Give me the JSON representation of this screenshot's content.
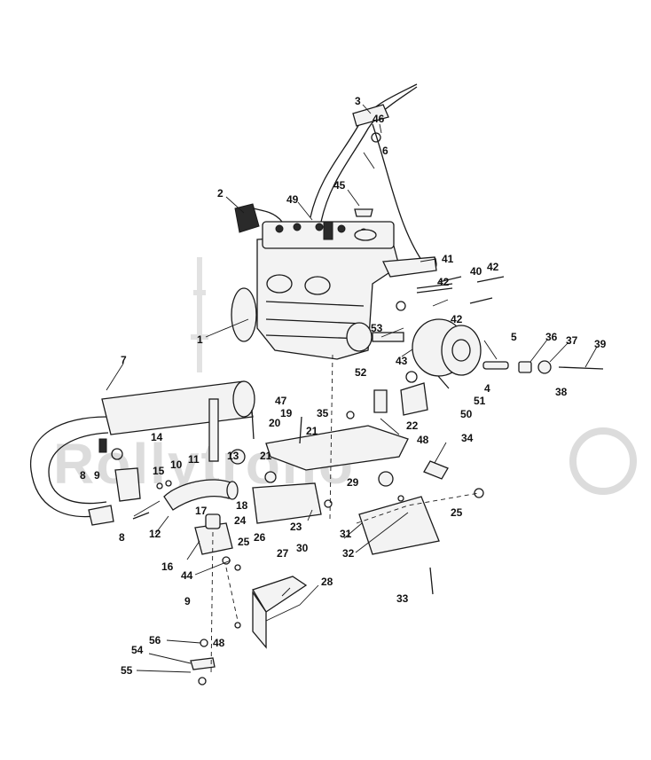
{
  "watermark": {
    "text": "Rollytrono",
    "color": "#dcdcdc"
  },
  "callouts": [
    {
      "id": "c1",
      "label": "1"
    },
    {
      "id": "c2",
      "label": "2"
    },
    {
      "id": "c3",
      "label": "3"
    },
    {
      "id": "c4",
      "label": "4"
    },
    {
      "id": "c5",
      "label": "5"
    },
    {
      "id": "c6",
      "label": "6"
    },
    {
      "id": "c7",
      "label": "7"
    },
    {
      "id": "c8a",
      "label": "8"
    },
    {
      "id": "c8b",
      "label": "8"
    },
    {
      "id": "c9a",
      "label": "9"
    },
    {
      "id": "c9b",
      "label": "9"
    },
    {
      "id": "c10",
      "label": "10"
    },
    {
      "id": "c11",
      "label": "11"
    },
    {
      "id": "c12",
      "label": "12"
    },
    {
      "id": "c13",
      "label": "13"
    },
    {
      "id": "c14",
      "label": "14"
    },
    {
      "id": "c15",
      "label": "15"
    },
    {
      "id": "c16",
      "label": "16"
    },
    {
      "id": "c17",
      "label": "17"
    },
    {
      "id": "c18",
      "label": "18"
    },
    {
      "id": "c19",
      "label": "19"
    },
    {
      "id": "c20",
      "label": "20"
    },
    {
      "id": "c21a",
      "label": "21"
    },
    {
      "id": "c21b",
      "label": "21"
    },
    {
      "id": "c22",
      "label": "22"
    },
    {
      "id": "c23",
      "label": "23"
    },
    {
      "id": "c24",
      "label": "24"
    },
    {
      "id": "c25a",
      "label": "25"
    },
    {
      "id": "c25b",
      "label": "25"
    },
    {
      "id": "c26",
      "label": "26"
    },
    {
      "id": "c27",
      "label": "27"
    },
    {
      "id": "c28",
      "label": "28"
    },
    {
      "id": "c29",
      "label": "29"
    },
    {
      "id": "c30",
      "label": "30"
    },
    {
      "id": "c31",
      "label": "31"
    },
    {
      "id": "c32",
      "label": "32"
    },
    {
      "id": "c33",
      "label": "33"
    },
    {
      "id": "c34",
      "label": "34"
    },
    {
      "id": "c35",
      "label": "35"
    },
    {
      "id": "c36",
      "label": "36"
    },
    {
      "id": "c37",
      "label": "37"
    },
    {
      "id": "c38",
      "label": "38"
    },
    {
      "id": "c39",
      "label": "39"
    },
    {
      "id": "c40",
      "label": "40"
    },
    {
      "id": "c41",
      "label": "41"
    },
    {
      "id": "c42a",
      "label": "42"
    },
    {
      "id": "c42b",
      "label": "42"
    },
    {
      "id": "c42c",
      "label": "42"
    },
    {
      "id": "c43",
      "label": "43"
    },
    {
      "id": "c44",
      "label": "44"
    },
    {
      "id": "c45",
      "label": "45"
    },
    {
      "id": "c46",
      "label": "46"
    },
    {
      "id": "c47",
      "label": "47"
    },
    {
      "id": "c48a",
      "label": "48"
    },
    {
      "id": "c48b",
      "label": "48"
    },
    {
      "id": "c49",
      "label": "49"
    },
    {
      "id": "c50",
      "label": "50"
    },
    {
      "id": "c51",
      "label": "51"
    },
    {
      "id": "c52",
      "label": "52"
    },
    {
      "id": "c53",
      "label": "53"
    },
    {
      "id": "c54",
      "label": "54"
    },
    {
      "id": "c55",
      "label": "55"
    },
    {
      "id": "c56",
      "label": "56"
    }
  ]
}
